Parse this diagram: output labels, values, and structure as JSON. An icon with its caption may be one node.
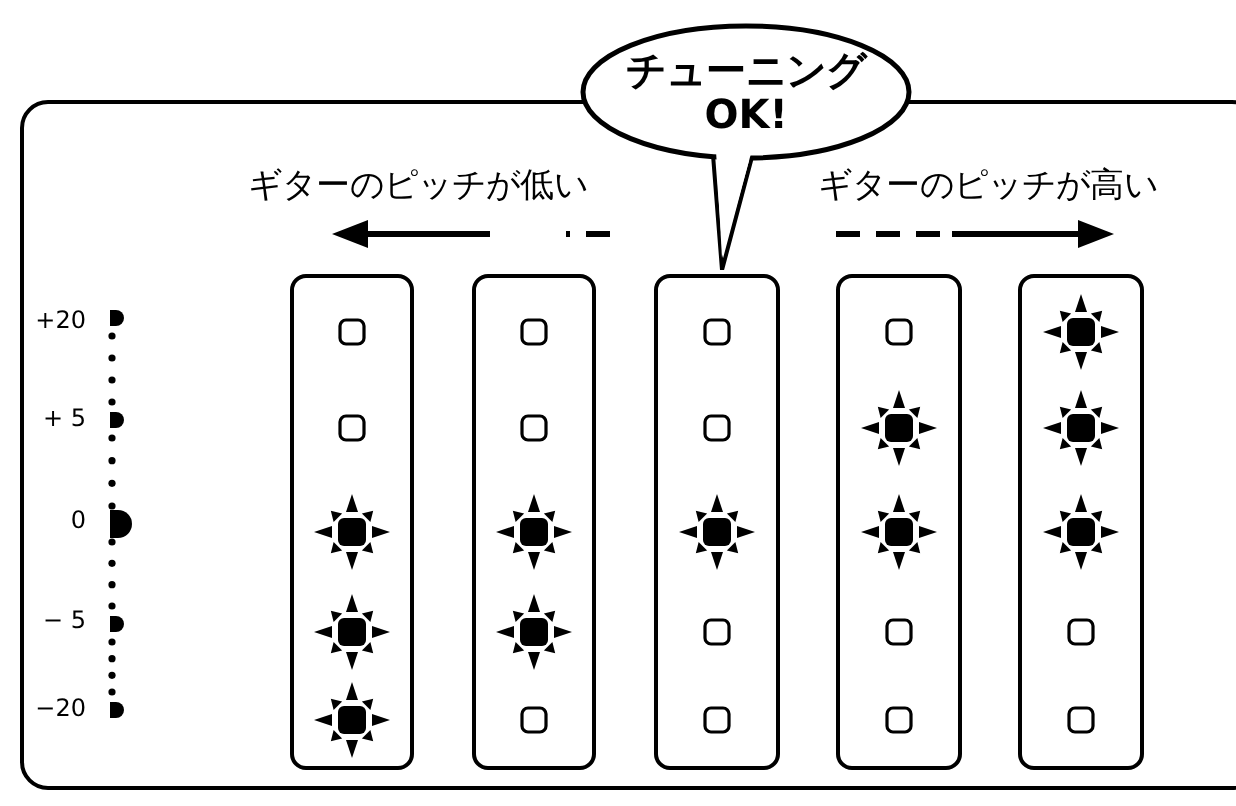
{
  "diagram": {
    "nodes": [
      {
        "text": [],
        "shape": "box"
      },
      {
        "text": [
          "チューニング OK!"
        ]
      },
      {
        "text": [],
        "shape": "box",
        "in": 0
      },
      {
        "text": [],
        "shape": "box",
        "in": 0
      },
      {
        "text": [],
        "shape": "box",
        "in": 0
      },
      {
        "text": [],
        "shape": "box",
        "in": 0
      },
      {
        "text": [],
        "shape": "box",
        "in": 0
      }
    ],
    "labels": [
      "ギターのピッチが低い",
      "ギターのピッチが高い",
      "+20",
      "+ 5",
      "0",
      "− 5",
      "−20"
    ]
  }
}
